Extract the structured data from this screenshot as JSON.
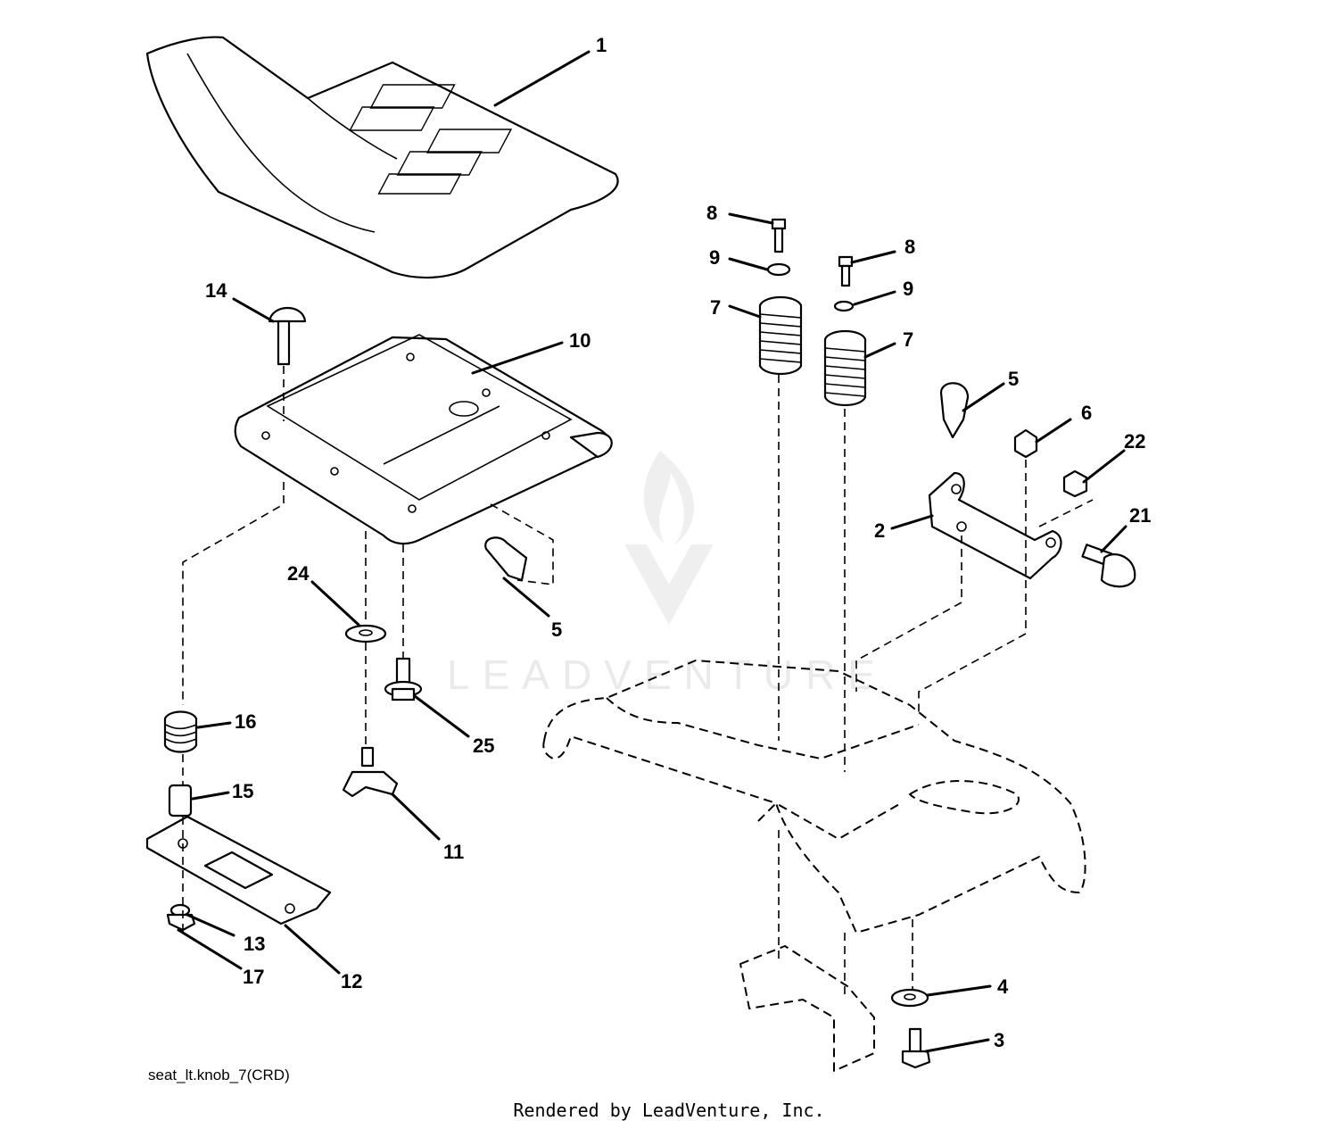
{
  "diagram": {
    "code": "seat_lt.knob_7(CRD)",
    "footer": "Rendered by LeadVenture, Inc.",
    "watermark": "LEADVENTURE",
    "callouts": [
      "1",
      "2",
      "3",
      "4",
      "5",
      "5",
      "6",
      "7",
      "7",
      "8",
      "8",
      "9",
      "9",
      "10",
      "11",
      "12",
      "13",
      "14",
      "15",
      "16",
      "17",
      "21",
      "22",
      "24",
      "25"
    ]
  }
}
